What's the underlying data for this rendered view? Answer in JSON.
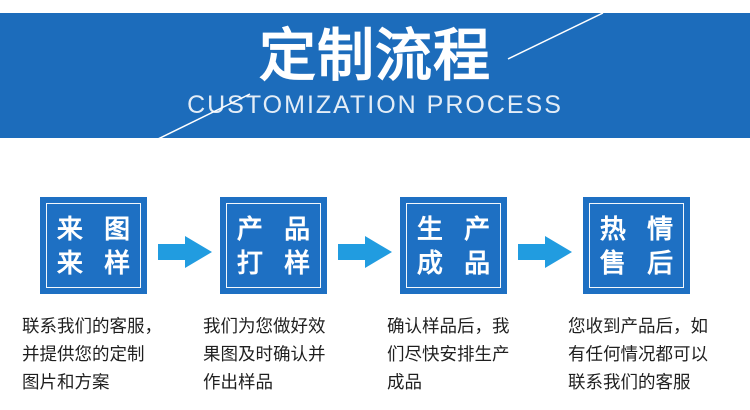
{
  "banner": {
    "title": "定制流程",
    "subtitle": "CUSTOMIZATION PROCESS"
  },
  "colors": {
    "banner_blue": "#1c6cbb",
    "box_blue": "#1e70c3",
    "arrow_blue": "#219ce0",
    "text_dark": "#1f1f1f"
  },
  "steps": [
    {
      "box_line1": "来 图",
      "box_line2": "来 样",
      "description": "联系我们的客服，\n并提供您的定制\n图片和方案"
    },
    {
      "box_line1": "产 品",
      "box_line2": "打 样",
      "description": "我们为您做好效\n果图及时确认并\n作出样品"
    },
    {
      "box_line1": "生 产",
      "box_line2": "成 品",
      "description": "确认样品后，我\n们尽快安排生产\n成品"
    },
    {
      "box_line1": "热 情",
      "box_line2": "售 后",
      "description": "您收到产品后，如\n有任何情况都可以\n联系我们的客服"
    }
  ]
}
